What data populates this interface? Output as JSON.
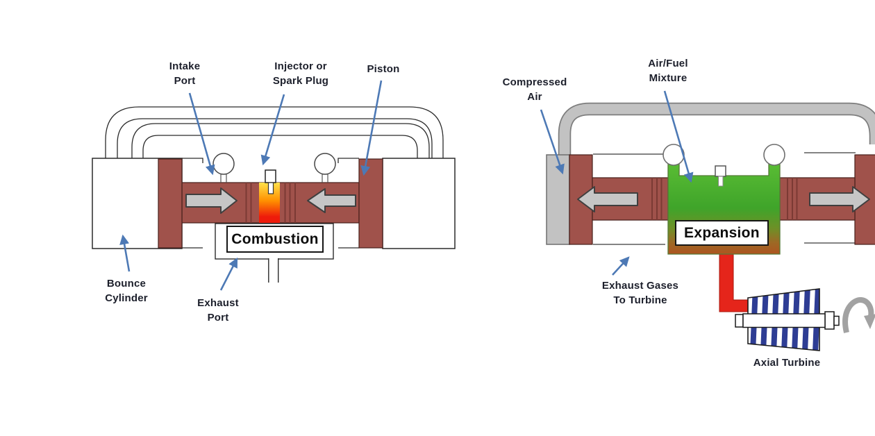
{
  "figure": {
    "left_panel": {
      "labels": {
        "intake_port": "Intake\nPort",
        "injector": "Injector or\nSpark Plug",
        "piston": "Piston",
        "bounce_cylinder": "Bounce\nCylinder",
        "exhaust_port": "Exhaust\nPort",
        "stage": "Combustion"
      }
    },
    "right_panel": {
      "labels": {
        "compressed_air": "Compressed\nAir",
        "air_fuel_mixture": "Air/Fuel\nMixture",
        "stage": "Expansion",
        "exhaust_gases": "Exhaust Gases\nTo Turbine",
        "axial_turbine": "Axial Turbine"
      }
    }
  },
  "colors": {
    "ink": "#1c1f2b",
    "maroon": "#a0524b",
    "maroon-dark": "#7b3a34",
    "maroon-edge": "#46201c",
    "gray-fill": "#c6c6c6",
    "gray-pipe": "#c2c2c2",
    "gray-pipe-edge": "#7d7d7d",
    "blue-arrow": "#4d79b5",
    "navy": "#2e3d94",
    "red": "#e5251b",
    "flame-top": "#ffe14a",
    "flame-mid": "#ff9000",
    "flame-bottom": "#ee1b0b",
    "green-top": "#5abd34",
    "green-mid": "#3fa42a",
    "rust": "#ae5420",
    "outline": "#2a2a2a",
    "housing-gray": "#5a5a5a"
  }
}
